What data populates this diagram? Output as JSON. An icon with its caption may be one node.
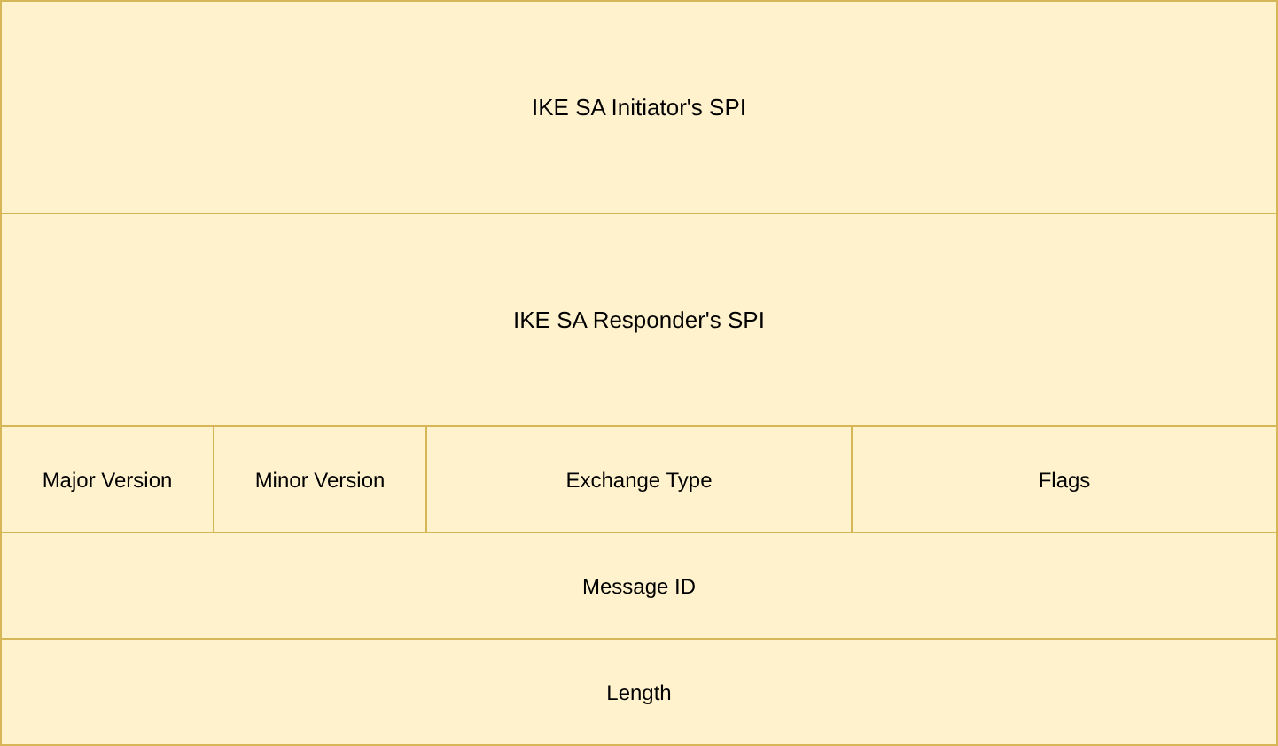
{
  "diagram": {
    "nodes": [
      {
        "text": [
          "IKE SA Initiator's SPI"
        ]
      },
      {
        "text": [
          "IKE SA Responder's SPI"
        ]
      },
      {
        "text": [
          "Major Version"
        ]
      },
      {
        "text": [
          "Minor Version"
        ]
      },
      {
        "text": [
          "Exchange Type"
        ]
      },
      {
        "text": [
          "Flags"
        ]
      },
      {
        "text": [
          "Message ID"
        ]
      },
      {
        "text": [
          "Length"
        ]
      }
    ]
  }
}
